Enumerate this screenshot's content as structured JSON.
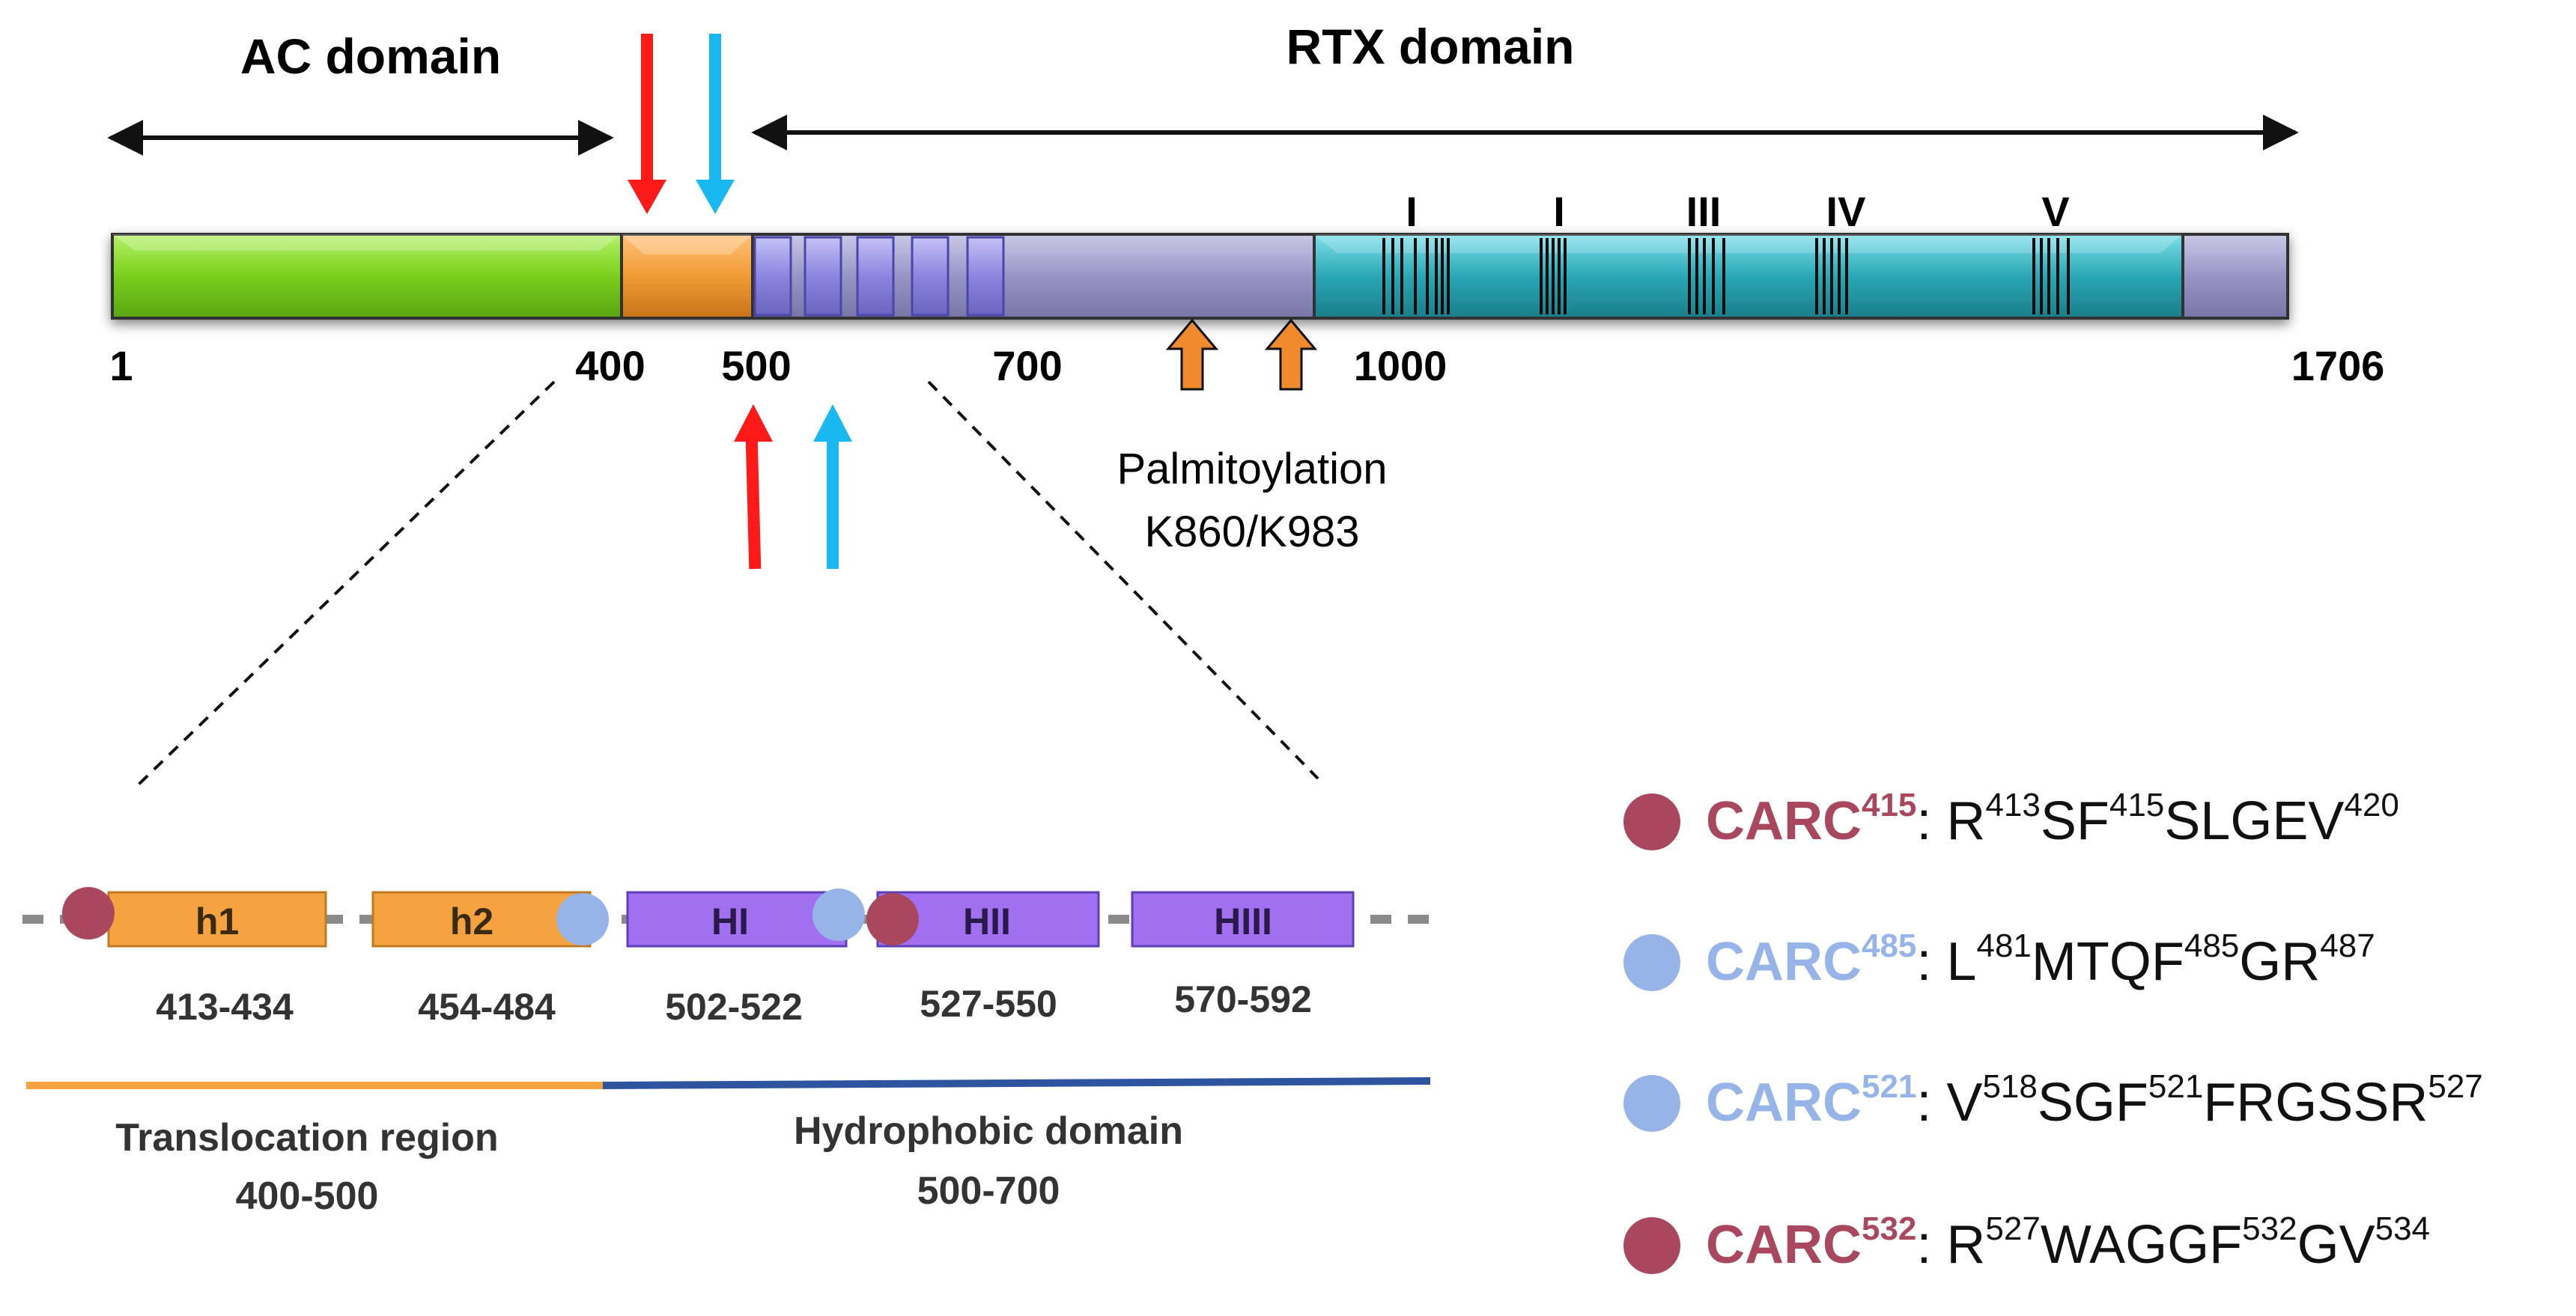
{
  "domain_labels": {
    "ac": "AC domain",
    "rtx": "RTX domain"
  },
  "positions": {
    "p1": "1",
    "p400": "400",
    "p500": "500",
    "p700": "700",
    "p1000": "1000",
    "p1706": "1706"
  },
  "repeats": [
    "I",
    "I",
    "III",
    "IV",
    "V"
  ],
  "palmitoylation": {
    "line1": "Palmitoylation",
    "line2": "K860/K983"
  },
  "helices": [
    {
      "name": "h1",
      "range": "413-434"
    },
    {
      "name": "h2",
      "range": "454-484"
    },
    {
      "name": "HI",
      "range": "502-522"
    },
    {
      "name": "HII",
      "range": "527-550"
    },
    {
      "name": "HIII",
      "range": "570-592"
    }
  ],
  "regions": {
    "translocation": {
      "name": "Translocation region",
      "range": "400-500",
      "color": "#f4a340"
    },
    "hydrophobic": {
      "name": "Hydrophobic domain",
      "range": "500-700",
      "color": "#2e54a0"
    }
  },
  "colors": {
    "ac": "#7ed321",
    "translocation": "#f09a34",
    "hydrophobic": "#8b85df",
    "rtx": "#2aa7b5",
    "tail": "#9795c6",
    "arrow_red": "#ff1a1a",
    "arrow_blue": "#1ab8f0",
    "palm_arrow": "#f08a2c",
    "carc_dark": "#a8475e",
    "carc_light": "#96b4e8"
  },
  "carc": [
    {
      "name": "CARC",
      "sup": "415",
      "dot": "dark",
      "color": "#a8475e",
      "motif": [
        {
          "t": "R"
        },
        {
          "s": "413"
        },
        {
          "t": "SF"
        },
        {
          "s": "415"
        },
        {
          "t": "SLGEV"
        },
        {
          "s": "420"
        }
      ]
    },
    {
      "name": "CARC",
      "sup": "485",
      "dot": "light",
      "color": "#96b4e8",
      "motif": [
        {
          "t": "L"
        },
        {
          "s": "481"
        },
        {
          "t": "MTQF"
        },
        {
          "s": "485"
        },
        {
          "t": "GR"
        },
        {
          "s": "487"
        }
      ]
    },
    {
      "name": "CARC",
      "sup": "521",
      "dot": "light",
      "color": "#96b4e8",
      "motif": [
        {
          "t": "V"
        },
        {
          "s": "518"
        },
        {
          "t": "SGF"
        },
        {
          "s": "521"
        },
        {
          "t": "FRGSSR"
        },
        {
          "s": "527"
        }
      ]
    },
    {
      "name": "CARC",
      "sup": "532",
      "dot": "dark",
      "color": "#a8475e",
      "motif": [
        {
          "t": "R"
        },
        {
          "s": "527"
        },
        {
          "t": "WAGGF"
        },
        {
          "s": "532"
        },
        {
          "t": "GV"
        },
        {
          "s": "534"
        }
      ]
    }
  ]
}
